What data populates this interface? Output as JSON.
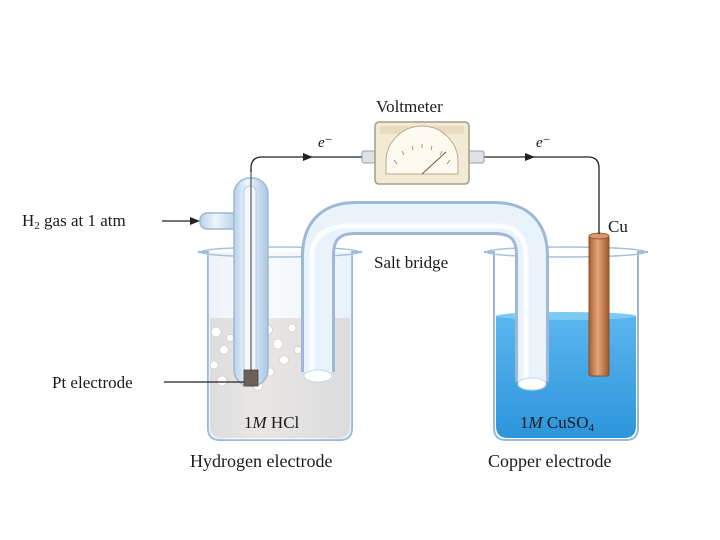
{
  "labels": {
    "voltmeter": "Voltmeter",
    "electron_left": "e⁻",
    "electron_right": "e⁻",
    "h2_main": "H",
    "h2_sub": "2",
    "h2_rest": " gas at 1 atm",
    "cu": "Cu",
    "salt_bridge": "Salt bridge",
    "pt_electrode": "Pt electrode",
    "hcl_conc": "1",
    "hcl_unit": "M",
    "hcl_name": " HCl",
    "cuso4_conc": "1",
    "cuso4_unit": "M",
    "cuso4_name": " CuSO",
    "cuso4_sub": "4",
    "hydrogen_electrode": "Hydrogen electrode",
    "copper_electrode": "Copper electrode"
  },
  "colors": {
    "hcl_solution": "#e6ddd6",
    "cuso4_solution": "#3aa6e8",
    "cuso4_solution_top": "#6cc0f0",
    "glass": "#dbe9f5",
    "copper": "#c9824d",
    "voltmeter_body": "#f3ead5",
    "wire": "#222222"
  }
}
